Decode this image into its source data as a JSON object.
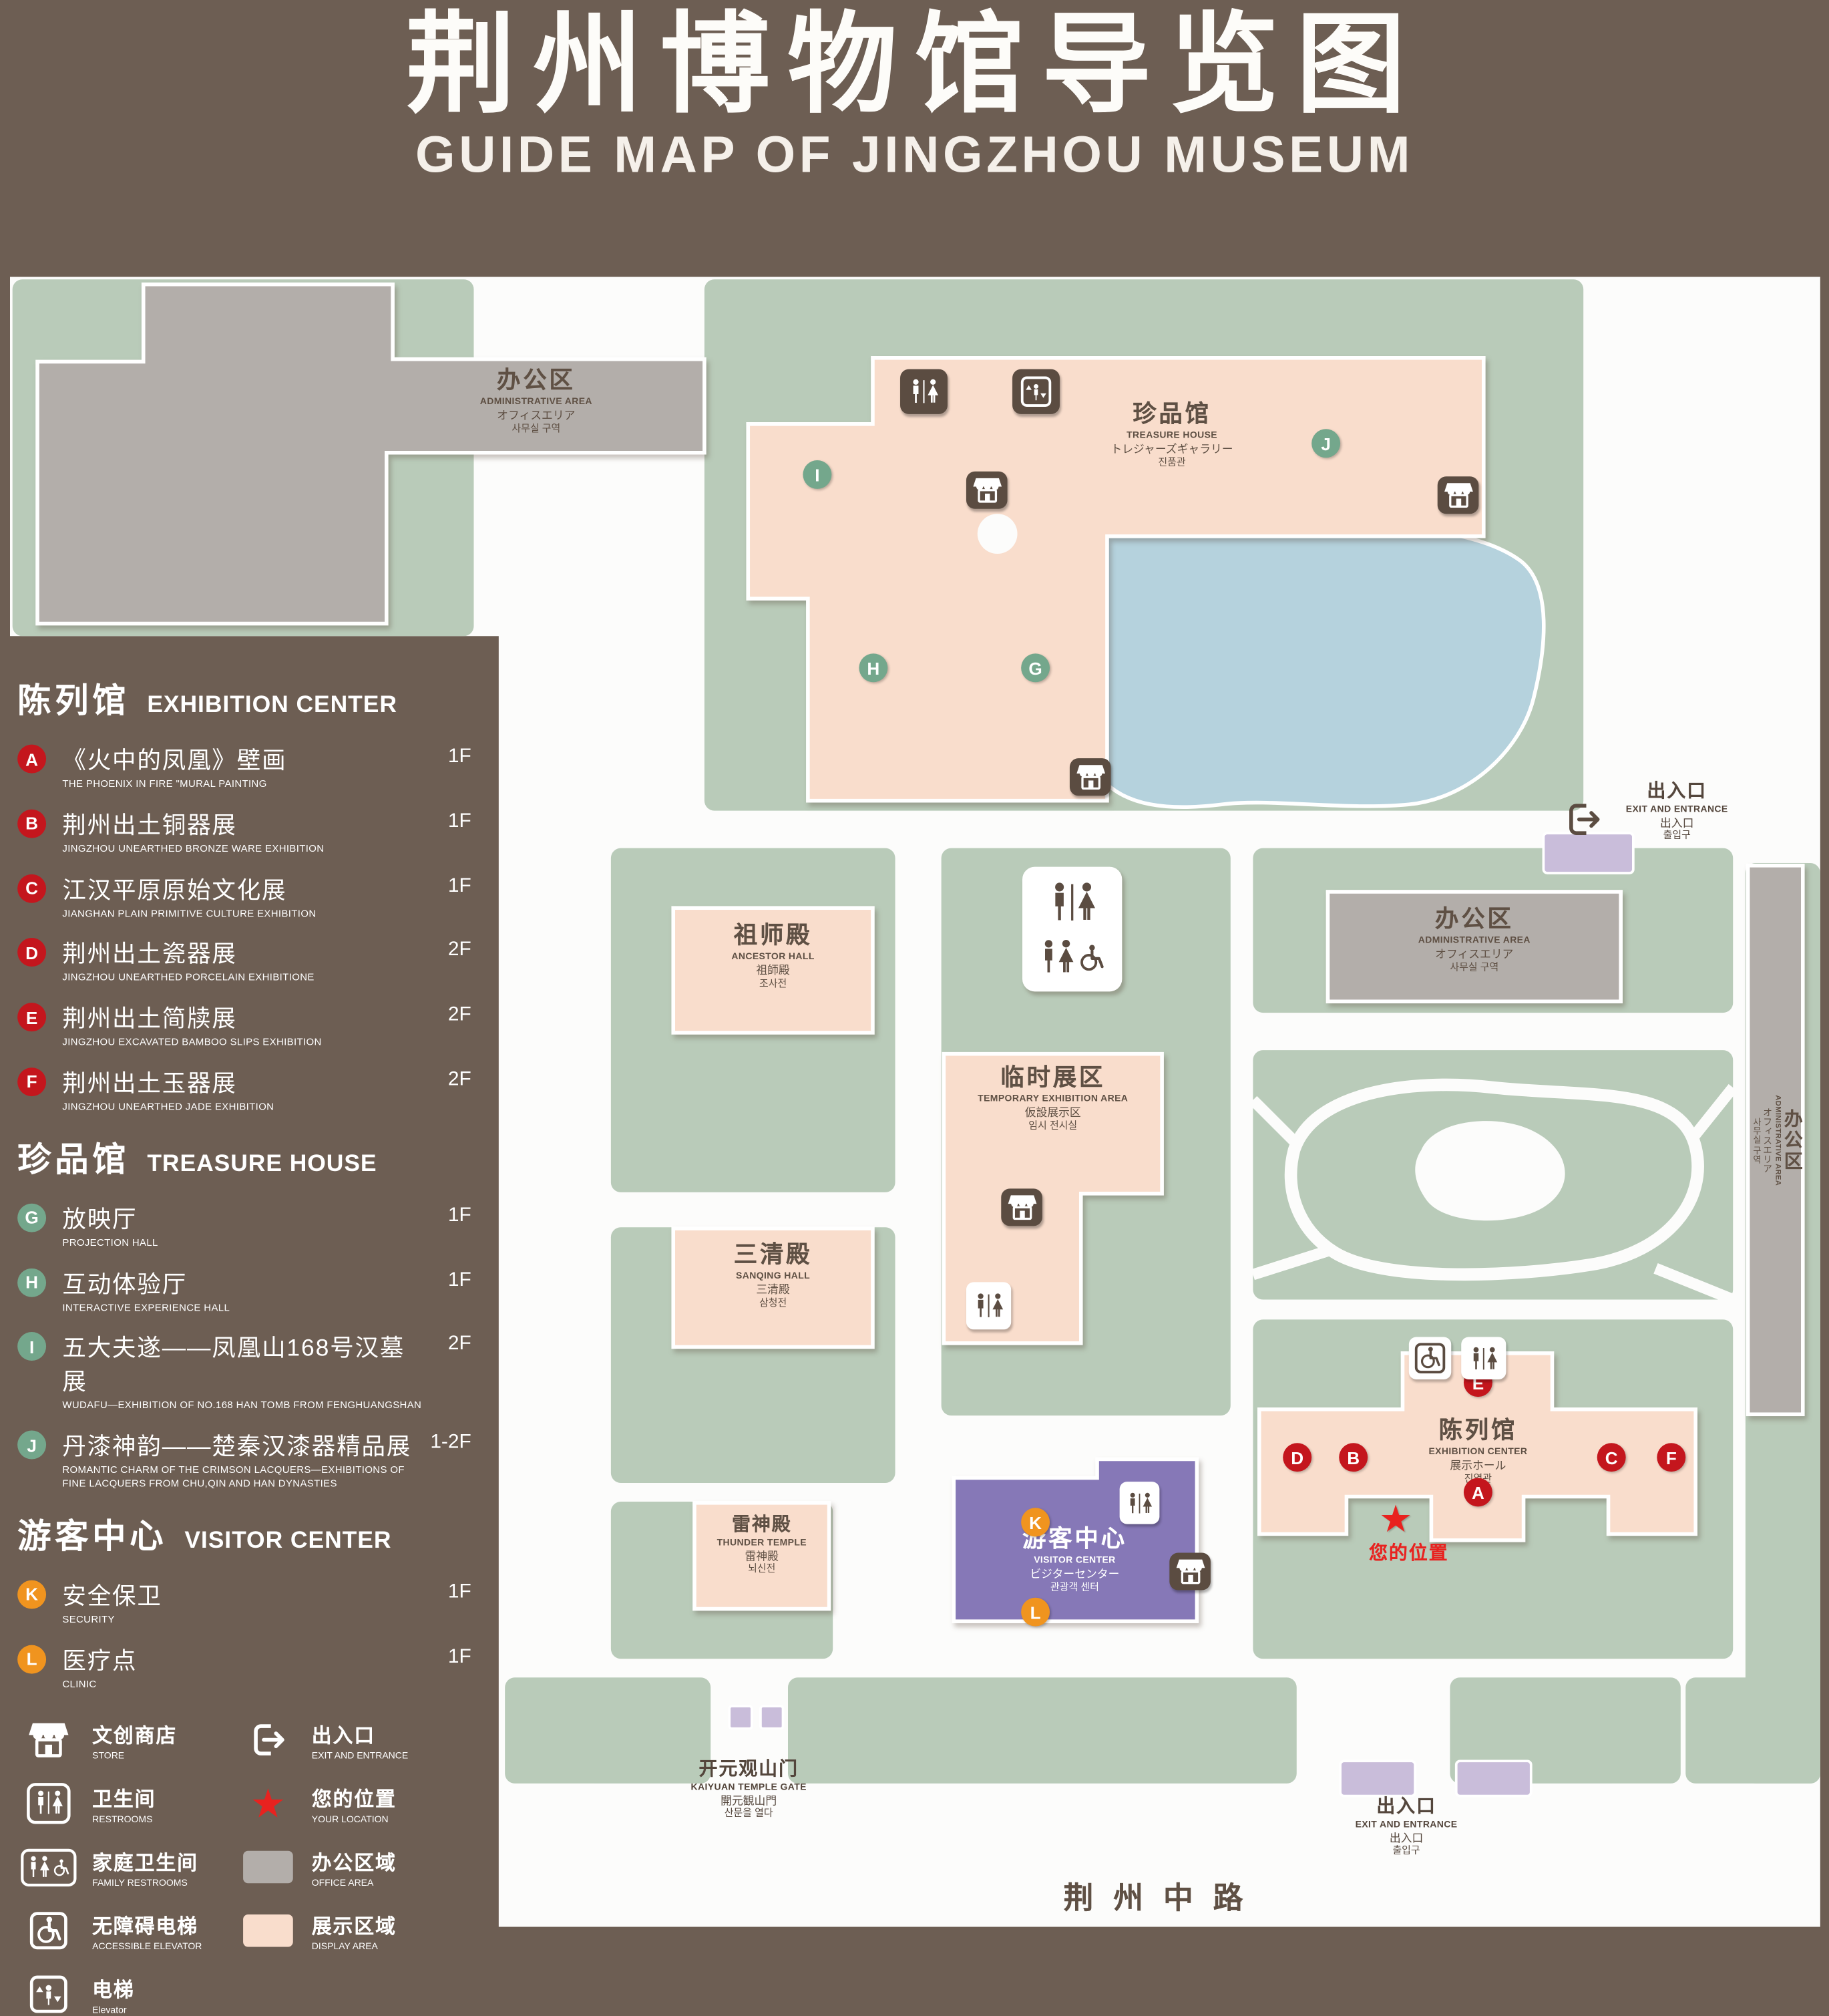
{
  "title": {
    "zh": "荆州博物馆导览图",
    "en": "GUIDE MAP OF JINGZHOU MUSEUM"
  },
  "colors": {
    "background": "#6d5e53",
    "green_area": "#b9cbb9",
    "display_area": "#f9ddcc",
    "office_area": "#b3aeaa",
    "lake": "#b5d2dd",
    "visitor_center": "#8678b7",
    "entrance_marker": "#c9bdda",
    "exhibition_red": "#c4161d",
    "treasure_green": "#74a78c",
    "visitor_orange": "#f0941f",
    "location_red": "#e8221f"
  },
  "legend": {
    "sections": [
      {
        "zh": "陈列馆",
        "en": "EXHIBITION CENTER",
        "items": [
          {
            "letter": "A",
            "zh": "《火中的凤凰》壁画",
            "en": "THE PHOENIX IN FIRE \"MURAL PAINTING",
            "floor": "1F"
          },
          {
            "letter": "B",
            "zh": "荆州出土铜器展",
            "en": "JINGZHOU UNEARTHED BRONZE WARE EXHIBITION",
            "floor": "1F"
          },
          {
            "letter": "C",
            "zh": "江汉平原原始文化展",
            "en": "JIANGHAN PLAIN PRIMITIVE CULTURE EXHIBITION",
            "floor": "1F"
          },
          {
            "letter": "D",
            "zh": "荆州出土瓷器展",
            "en": "JINGZHOU UNEARTHED PORCELAIN EXHIBITIONE",
            "floor": "2F"
          },
          {
            "letter": "E",
            "zh": "荆州出土简牍展",
            "en": "JINGZHOU EXCAVATED BAMBOO SLIPS EXHIBITION",
            "floor": "2F"
          },
          {
            "letter": "F",
            "zh": "荆州出土玉器展",
            "en": "JINGZHOU UNEARTHED JADE EXHIBITION",
            "floor": "2F"
          }
        ]
      },
      {
        "zh": "珍品馆",
        "en": "TREASURE HOUSE",
        "items": [
          {
            "letter": "G",
            "zh": "放映厅",
            "en": "PROJECTION HALL",
            "floor": "1F"
          },
          {
            "letter": "H",
            "zh": "互动体验厅",
            "en": "INTERACTIVE EXPERIENCE HALL",
            "floor": "1F"
          },
          {
            "letter": "I",
            "zh": "五大夫遂——凤凰山168号汉墓展",
            "en": "WUDAFU—EXHIBITION OF NO.168 HAN TOMB FROM FENGHUANGSHAN",
            "floor": "2F"
          },
          {
            "letter": "J",
            "zh": "丹漆神韵——楚秦汉漆器精品展",
            "en": "ROMANTIC CHARM OF THE CRIMSON LACQUERS—EXHIBITIONS OF FINE LACQUERS FROM CHU,QIN AND HAN DYNASTIES",
            "floor": "1-2F"
          }
        ]
      },
      {
        "zh": "游客中心",
        "en": "VISITOR CENTER",
        "items": [
          {
            "letter": "K",
            "zh": "安全保卫",
            "en": "SECURITY",
            "floor": "1F"
          },
          {
            "letter": "L",
            "zh": "医疗点",
            "en": "CLINIC",
            "floor": "1F"
          }
        ]
      }
    ],
    "symbols": [
      {
        "icon": "store-icon",
        "zh": "文创商店",
        "en": "STORE"
      },
      {
        "icon": "exit-icon",
        "zh": "出入口",
        "en": "EXIT AND ENTRANCE"
      },
      {
        "icon": "restroom-icon",
        "zh": "卫生间",
        "en": "RESTROOMS"
      },
      {
        "icon": "location-star-icon",
        "zh": "您的位置",
        "en": "YOUR LOCATION"
      },
      {
        "icon": "family-restroom-icon",
        "zh": "家庭卫生间",
        "en": "FAMILY RESTROOMS"
      },
      {
        "icon": "office-area-swatch",
        "zh": "办公区域",
        "en": "OFFICE AREA"
      },
      {
        "icon": "accessible-elevator-icon",
        "zh": "无障碍电梯",
        "en": "ACCESSIBLE ELEVATOR"
      },
      {
        "icon": "display-area-swatch",
        "zh": "展示区域",
        "en": "DISPLAY AREA"
      },
      {
        "icon": "elevator-icon",
        "zh": "电梯",
        "en": "Elevator"
      }
    ]
  },
  "map": {
    "admin_top": {
      "zh": "办公区",
      "en": "ADMINISTRATIVE AREA",
      "jp": "オフィスエリア",
      "kr": "사무실 구역"
    },
    "treasure_house": {
      "zh": "珍品馆",
      "en": "TREASURE HOUSE",
      "jp": "トレジャーズギャラリー",
      "kr": "진품관"
    },
    "admin_right": {
      "zh": "办公区",
      "en": "ADMINISTRATIVE AREA",
      "jp": "オフィスエリア",
      "kr": "사무실 구역"
    },
    "admin_side": {
      "zh": "办公区",
      "en": "ADMINISTRATIVE AREA",
      "jp": "オフィスエリア",
      "kr": "사무실 구역"
    },
    "ancestor_hall": {
      "zh": "祖师殿",
      "en": "ANCESTOR HALL",
      "jp": "祖師殿",
      "kr": "조사전"
    },
    "temporary_exhibition": {
      "zh": "临时展区",
      "en": "TEMPORARY EXHIBITION AREA",
      "jp": "仮設展示区",
      "kr": "임시 전시실"
    },
    "sanqing_hall": {
      "zh": "三清殿",
      "en": "SANQING HALL",
      "jp": "三清殿",
      "kr": "삼청전"
    },
    "thunder_temple": {
      "zh": "雷神殿",
      "en": "THUNDER TEMPLE",
      "jp": "雷神殿",
      "kr": "뇌신전"
    },
    "visitor_center": {
      "zh": "游客中心",
      "en": "VISITOR CENTER",
      "jp": "ビジターセンター",
      "kr": "관광객 센터"
    },
    "exhibition_center": {
      "zh": "陈列馆",
      "en": "EXHIBITION CENTER",
      "jp": "展示ホール",
      "kr": "진열관"
    },
    "exit_right": {
      "zh": "出入口",
      "en": "EXIT AND ENTRANCE",
      "jp": "出入口",
      "kr": "출입구"
    },
    "exit_bottom": {
      "zh": "出入口",
      "en": "EXIT AND ENTRANCE",
      "jp": "出入口",
      "kr": "출입구"
    },
    "gate": {
      "zh": "开元观山门",
      "en": "KAIYUAN TEMPLE GATE",
      "jp": "開元観山門",
      "kr": "산문을 열다"
    },
    "road": "荆州中路",
    "your_location": "您的位置"
  }
}
